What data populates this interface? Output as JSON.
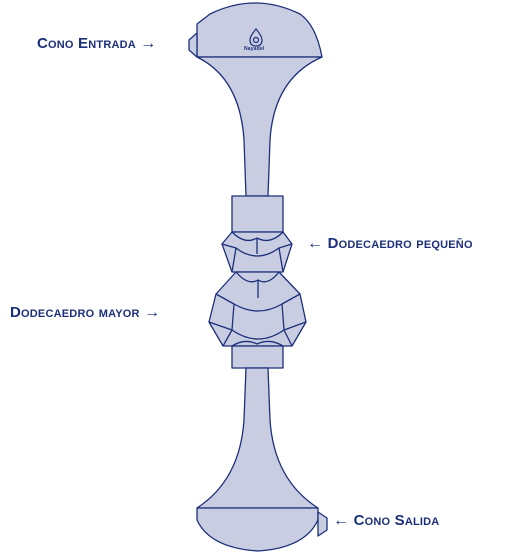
{
  "labels": {
    "cono_entrada": "Cono Entrada",
    "dodecaedro_pequeno": "Dodecaedro pequeño",
    "dodecaedro_mayor": "Dodecaedro mayor",
    "cono_salida": "Cono Salida",
    "arrow_right": "→",
    "arrow_left": "←"
  },
  "logo": {
    "text": "Nayadel",
    "icon": "water-drop-logo"
  },
  "colors": {
    "fill": "#c9cde2",
    "stroke": "#1b2f7a",
    "text": "#1b2f7a"
  }
}
